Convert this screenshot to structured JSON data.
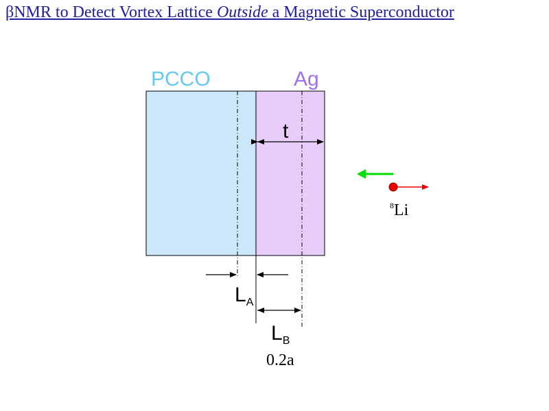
{
  "title": {
    "beta": "β",
    "part1": "NMR to Detect Vortex Lattice ",
    "italic": "Outside",
    "part2": " a Magnetic Superconductor"
  },
  "labels": {
    "pcco": "PCCO",
    "ag": "Ag",
    "t": "t",
    "la_main": "L",
    "la_sub": "A",
    "lb_main": "L",
    "lb_sub": "B",
    "value": "0.2a",
    "li_sup": "8",
    "li": "Li"
  },
  "colors": {
    "title": "#2020a0",
    "pcco_fill": "#cce6fa",
    "ag_fill": "#e8ccfa",
    "pcco_label": "#66c8f5",
    "ag_label": "#a070f0",
    "green_arrow": "#00dd00",
    "red_particle": "#ee0000"
  }
}
